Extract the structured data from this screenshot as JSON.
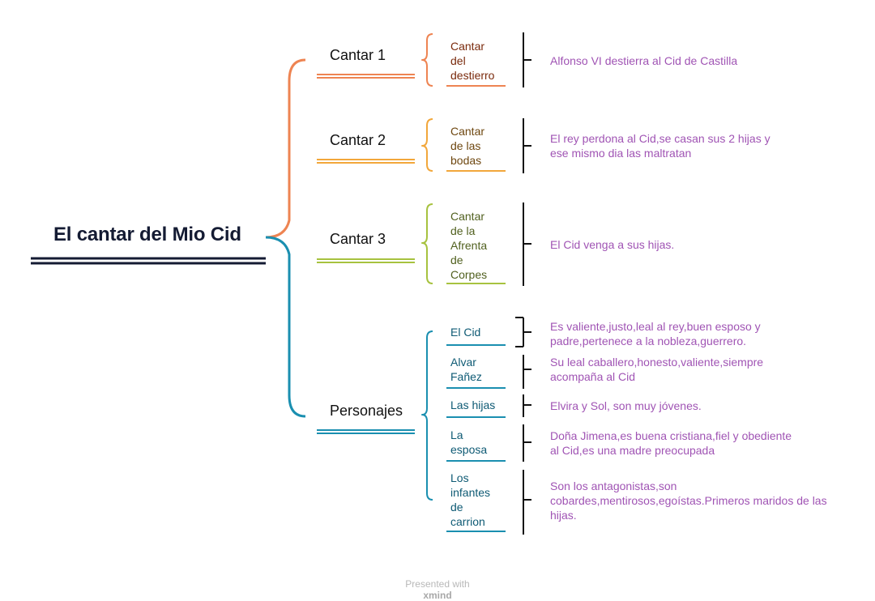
{
  "colors": {
    "root": "#141b33",
    "descriptions": "#a054b4",
    "branch_colors": [
      "#ee8452",
      "#f2a73b",
      "#a7c23f",
      "#1a8fb0"
    ],
    "leaf_text_colors": [
      "#7a2a0c",
      "#6e4710",
      "#51601f",
      "#0e5a74"
    ]
  },
  "mindmap": {
    "root": "El cantar del Mio Cid",
    "branches": [
      {
        "label": "Cantar 1",
        "leaves": [
          {
            "label": "Cantar\ndel\ndestierro",
            "desc": "Alfonso VI destierra al Cid de Castilla"
          }
        ]
      },
      {
        "label": "Cantar 2",
        "leaves": [
          {
            "label": "Cantar\nde las\nbodas",
            "desc": "El rey perdona al Cid,se casan sus 2 hijas y\nese mismo dia las maltratan"
          }
        ]
      },
      {
        "label": "Cantar 3",
        "leaves": [
          {
            "label": "Cantar\nde la\nAfrenta\nde\nCorpes",
            "desc": "El Cid venga a sus hijas."
          }
        ]
      },
      {
        "label": "Personajes",
        "leaves": [
          {
            "label": "El Cid",
            "desc": "Es valiente,justo,leal al rey,buen esposo y\npadre,pertenece a la nobleza,guerrero."
          },
          {
            "label": "Alvar\nFañez",
            "desc": "Su leal caballero,honesto,valiente,siempre\nacompaña al Cid"
          },
          {
            "label": "Las hijas",
            "desc": "Elvira y Sol, son muy jóvenes."
          },
          {
            "label": "La\nesposa",
            "desc": "Doña Jimena,es buena cristiana,fiel y obediente\nal Cid,es una madre preocupada"
          },
          {
            "label": "Los\ninfantes\nde\ncarrion",
            "desc": "Son los antagonistas,son\ncobardes,mentirosos,egoístas.Primeros maridos de las\nhijas."
          }
        ]
      }
    ]
  },
  "footer": {
    "prefix": "Presented with",
    "brand": "xmind"
  }
}
